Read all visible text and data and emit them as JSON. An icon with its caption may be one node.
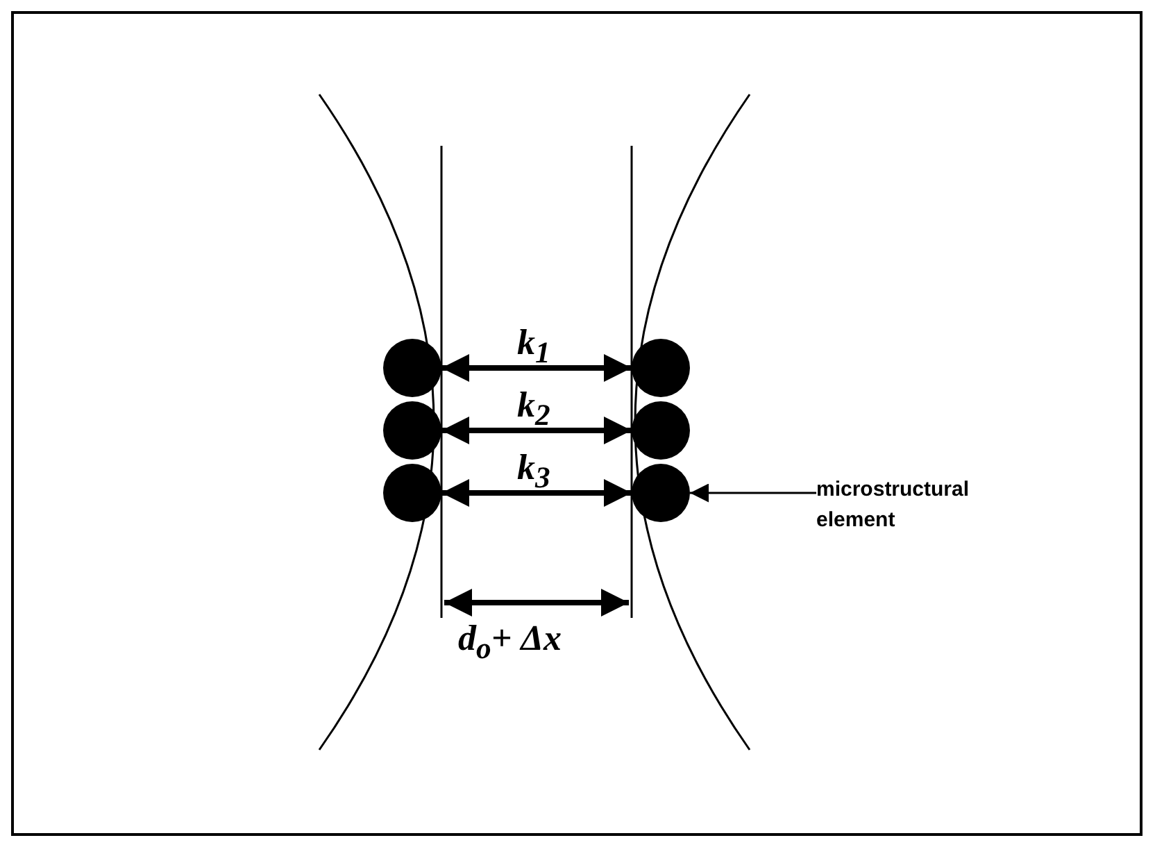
{
  "diagram": {
    "nodes": [
      {
        "text": [],
        "shape": "circle"
      },
      {
        "text": [],
        "shape": "circle"
      },
      {
        "text": [],
        "shape": "circle"
      },
      {
        "text": [],
        "shape": "circle"
      },
      {
        "text": [],
        "shape": "circle"
      },
      {
        "text": [],
        "shape": "circle"
      },
      {
        "text": [
          "microstructural element"
        ]
      }
    ],
    "edges": [
      {
        "from": 0,
        "to": 1,
        "arrow": "both",
        "label": "k$_{1}$"
      },
      {
        "from": 2,
        "to": 3,
        "arrow": "both",
        "label": "k$_{2}$"
      },
      {
        "from": 4,
        "to": 5,
        "arrow": "both",
        "label": "k$_{3}$"
      },
      {
        "from": 6,
        "to": 5,
        "arrow": "to"
      }
    ],
    "labels": [
      "d$_{o}$+ Δx"
    ]
  }
}
